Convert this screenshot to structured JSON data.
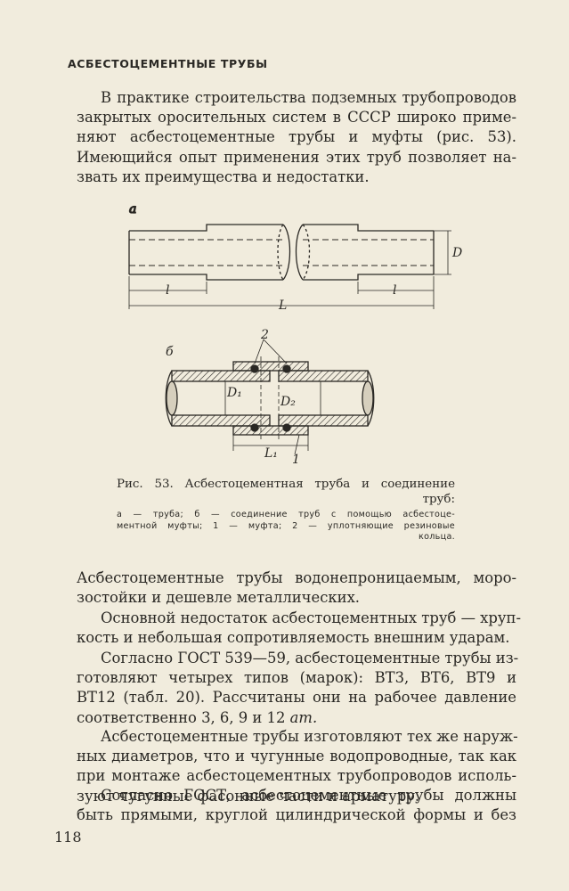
{
  "heading": "АСБЕСТОЦЕМЕНТНЫЕ ТРУБЫ",
  "intro": [
    "В практике строительства подземных трубопроводов",
    "закрытых оросительных систем в СССР широко приме-",
    "няют асбестоцементные трубы и муфты (рис. 53).",
    "Имеющийся опыт применения этих труб позволяет на-",
    "звать их преимущества и недостатки."
  ],
  "figure": {
    "label_a": "а",
    "label_b": "б",
    "dim_l": "l",
    "dim_L": "L",
    "dim_D": "D",
    "dim_D1": "D₁",
    "dim_D2": "D₂",
    "dim_L1": "L₁",
    "callout_1": "1",
    "callout_2": "2"
  },
  "caption": {
    "title_line1": "Рис. 53. Асбестоцементная труба и соединение",
    "title_line2": "труб:",
    "legend_line1": "а — труба; б — соединение труб с помощью асбестоце-",
    "legend_line2": "ментной муфты; 1 — муфта; 2 — уплотняющие резиновые",
    "legend_line3": "кольца."
  },
  "body_paragraphs": [
    [
      "Асбестоцементные трубы водонепроницаемым, моро-",
      "зостойки и дешевле металлических."
    ],
    [
      "Основной недостаток асбестоцементных труб — хруп-",
      "кость и небольшая сопротивляемость внешним ударам."
    ],
    [
      "Согласно ГОСТ 539—59, асбестоцементные трубы из-",
      "готовляют четырех типов (марок): ВТ3, ВТ6, ВТ9 и",
      "ВТ12 (табл. 20). Рассчитаны они на рабочее давление",
      "соответственно 3, 6, 9 и 12"
    ],
    [
      "Асбестоцементные трубы изготовляют тех же наруж-",
      "ных диаметров, что и чугунные водопроводные, так как",
      "при монтаже асбестоцементных трубопроводов исполь-",
      "зуют чугунные фасонные части и арматуру."
    ],
    [
      "Согласно ГОСТ, асбестоцементные трубы должны",
      "быть прямыми, круглой цилиндрической формы и без"
    ]
  ],
  "pressure_unit": "ат.",
  "page_number": "118"
}
